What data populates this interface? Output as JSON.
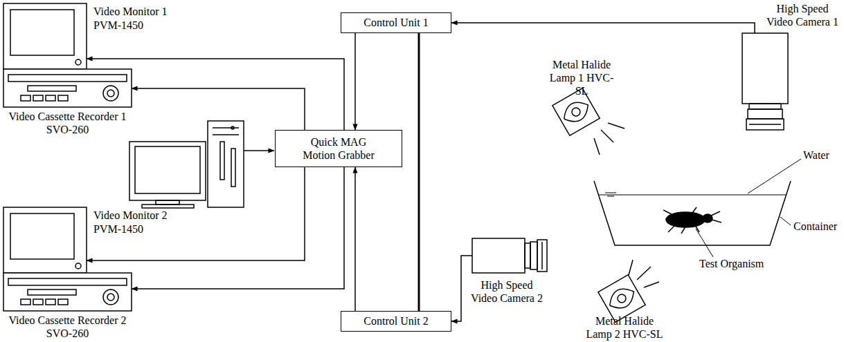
{
  "diagram": {
    "nodes": [
      {
        "text": [
          "Video Monitor 1",
          "PVM-1450"
        ]
      },
      {
        "text": [
          "Video Cassette Recorder 1",
          "SVO-260"
        ]
      },
      {
        "text": [
          "Control Unit 1"
        ]
      },
      {
        "text": [
          "High Speed Video Camera 1"
        ]
      },
      {
        "text": [
          "Quick MAG Motion Grabber"
        ]
      },
      {
        "text": [
          "Video Monitor 2",
          "PVM-1450"
        ]
      },
      {
        "text": [
          "Video Cassette Recorder 2",
          "SVO-260"
        ]
      },
      {
        "text": [
          "High Speed Video Camera 2"
        ]
      },
      {
        "text": [
          "Control Unit 2"
        ]
      }
    ],
    "edges": [
      {
        "from": 2,
        "to": 4,
        "arrow": "to"
      },
      {
        "from": 8,
        "to": 4,
        "arrow": "to"
      },
      {
        "from": 4,
        "to": 0,
        "arrow": "to"
      },
      {
        "from": 4,
        "to": 1,
        "arrow": "to"
      },
      {
        "from": 4,
        "to": 5,
        "arrow": "to"
      },
      {
        "from": 4,
        "to": 6,
        "arrow": "to"
      },
      {
        "from": 3,
        "to": 2,
        "arrow": "to"
      },
      {
        "from": 7,
        "to": 8,
        "arrow": "to"
      },
      {
        "from": 2,
        "to": 8,
        "arrow": "none"
      }
    ],
    "labels": [
      "Metal Halide Lamp 1 HVC-SL",
      "Water",
      "Container",
      "Test Organism",
      "Metal Halide Lamp 2 HVC-SL"
    ]
  }
}
